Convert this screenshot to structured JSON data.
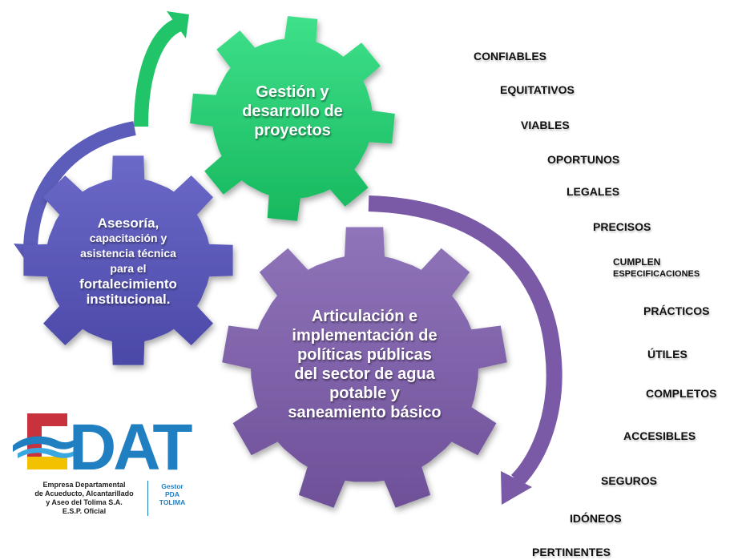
{
  "gears": {
    "green": {
      "color": "#1fcc6b",
      "lines": [
        "Gestión y",
        "desarrollo de",
        "proyectos"
      ]
    },
    "blue": {
      "color": "#5a55b5",
      "lines": [
        "Asesoría,",
        "capacitación y",
        "asistencia técnica",
        "para el",
        "fortalecimiento",
        "institucional."
      ]
    },
    "purple": {
      "color": "#7e5fa8",
      "lines": [
        "Articulación e",
        "implementación de",
        "políticas públicas",
        "del sector de agua",
        "potable y",
        "saneamiento básico"
      ]
    }
  },
  "arrows": {
    "green_color": "#22c46a",
    "blue_color": "#5c5cba",
    "purple_color": "#7a5aa6"
  },
  "qualities": [
    "CONFIABLES",
    "EQUITATIVOS",
    "VIABLES",
    "OPORTUNOS",
    "LEGALES",
    "PRECISOS",
    "CUMPLEN",
    "ESPECIFICACIONES",
    "PRÁCTICOS",
    "ÚTILES",
    "COMPLETOS",
    "ACCESIBLES",
    "SEGUROS",
    "IDÓNEOS",
    "PERTINENTES"
  ],
  "logo": {
    "wordmark": "EDAT",
    "caption_lines": [
      "Empresa Departamental",
      "de Acueducto, Alcantarillado",
      "y Aseo del Tolima S.A.",
      "E.S.P. Oficial"
    ],
    "gestor_lines": [
      "Gestor",
      "PDA",
      "TOLIMA"
    ],
    "colors": {
      "red": "#c8323c",
      "blue": "#1f7fc1",
      "yellow": "#f2c200",
      "wave": "#3aa8e0"
    }
  }
}
